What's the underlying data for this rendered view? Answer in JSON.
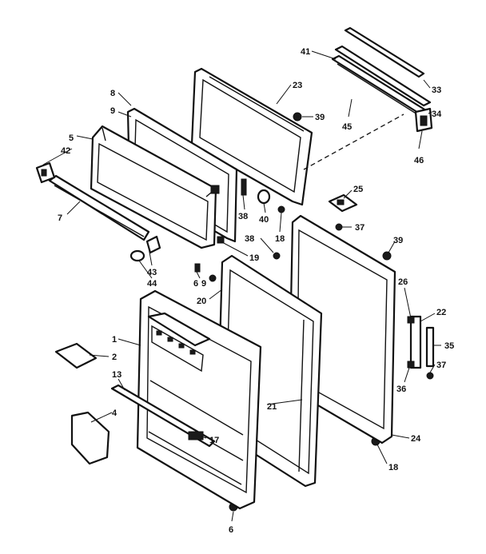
{
  "callouts": [
    {
      "id": "c1",
      "text": "1"
    },
    {
      "id": "c2",
      "text": "2"
    },
    {
      "id": "c4",
      "text": "4"
    },
    {
      "id": "c5",
      "text": "5"
    },
    {
      "id": "c6a",
      "text": "6"
    },
    {
      "id": "c6b",
      "text": "6"
    },
    {
      "id": "c7",
      "text": "7"
    },
    {
      "id": "c8",
      "text": "8"
    },
    {
      "id": "c9a",
      "text": "9"
    },
    {
      "id": "c9b",
      "text": "9"
    },
    {
      "id": "c13",
      "text": "13"
    },
    {
      "id": "c17",
      "text": "17"
    },
    {
      "id": "c18a",
      "text": "18"
    },
    {
      "id": "c18b",
      "text": "18"
    },
    {
      "id": "c19",
      "text": "19"
    },
    {
      "id": "c20",
      "text": "20"
    },
    {
      "id": "c21",
      "text": "21"
    },
    {
      "id": "c22",
      "text": "22"
    },
    {
      "id": "c23",
      "text": "23"
    },
    {
      "id": "c24",
      "text": "24"
    },
    {
      "id": "c25",
      "text": "25"
    },
    {
      "id": "c26",
      "text": "26"
    },
    {
      "id": "c33",
      "text": "33"
    },
    {
      "id": "c34",
      "text": "34"
    },
    {
      "id": "c35",
      "text": "35"
    },
    {
      "id": "c36",
      "text": "36"
    },
    {
      "id": "c37a",
      "text": "37"
    },
    {
      "id": "c37b",
      "text": "37"
    },
    {
      "id": "c38a",
      "text": "38"
    },
    {
      "id": "c38b",
      "text": "38"
    },
    {
      "id": "c39a",
      "text": "39"
    },
    {
      "id": "c39b",
      "text": "39"
    },
    {
      "id": "c40",
      "text": "40"
    },
    {
      "id": "c41",
      "text": "41"
    },
    {
      "id": "c42",
      "text": "42"
    },
    {
      "id": "c43",
      "text": "43"
    },
    {
      "id": "c44",
      "text": "44"
    },
    {
      "id": "c45",
      "text": "45"
    },
    {
      "id": "c46",
      "text": "46"
    }
  ]
}
